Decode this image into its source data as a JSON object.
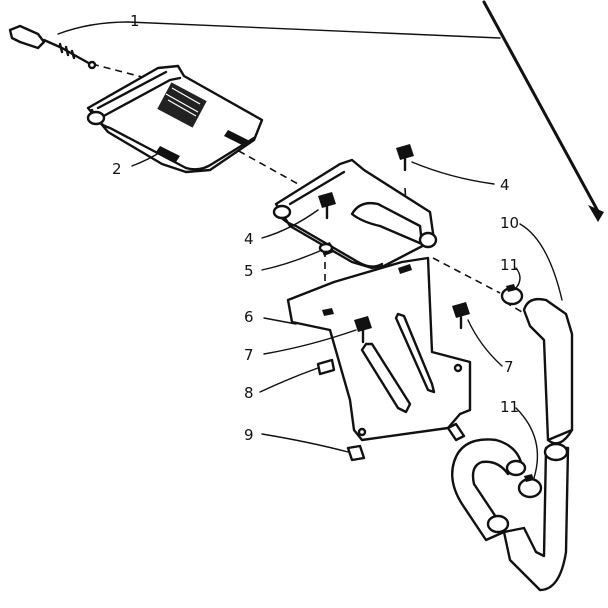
{
  "diagram": {
    "callouts": [
      {
        "id": "c1",
        "label": "1"
      },
      {
        "id": "c2",
        "label": "2"
      },
      {
        "id": "c4a",
        "label": "4"
      },
      {
        "id": "c4b",
        "label": "4"
      },
      {
        "id": "c5",
        "label": "5"
      },
      {
        "id": "c6",
        "label": "6"
      },
      {
        "id": "c7a",
        "label": "7"
      },
      {
        "id": "c7b",
        "label": "7"
      },
      {
        "id": "c8",
        "label": "8"
      },
      {
        "id": "c9",
        "label": "9"
      },
      {
        "id": "c10",
        "label": "10"
      },
      {
        "id": "c11a",
        "label": "11"
      },
      {
        "id": "c11b",
        "label": "11"
      }
    ]
  }
}
